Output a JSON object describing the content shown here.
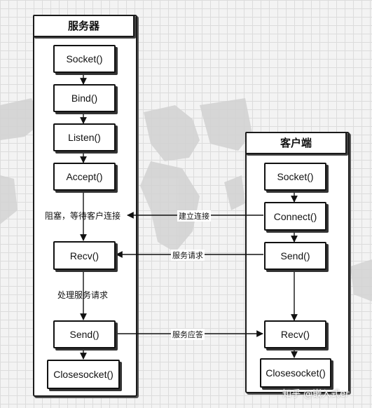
{
  "server": {
    "title": "服务器",
    "boxes": [
      "Socket()",
      "Bind()",
      "Listen()",
      "Accept()",
      "Recv()",
      "Send()",
      "Closesocket()"
    ],
    "notes": {
      "blocking": "阻塞，等待客户连接",
      "processing": "处理服务请求"
    }
  },
  "client": {
    "title": "客户端",
    "boxes": [
      "Socket()",
      "Connect()",
      "Send()",
      "Recv()",
      "Closesocket()"
    ]
  },
  "links": {
    "connect": "建立连接",
    "request": "服务请求",
    "response": "服务应答"
  },
  "watermark": "知乎 @嵌入式er"
}
